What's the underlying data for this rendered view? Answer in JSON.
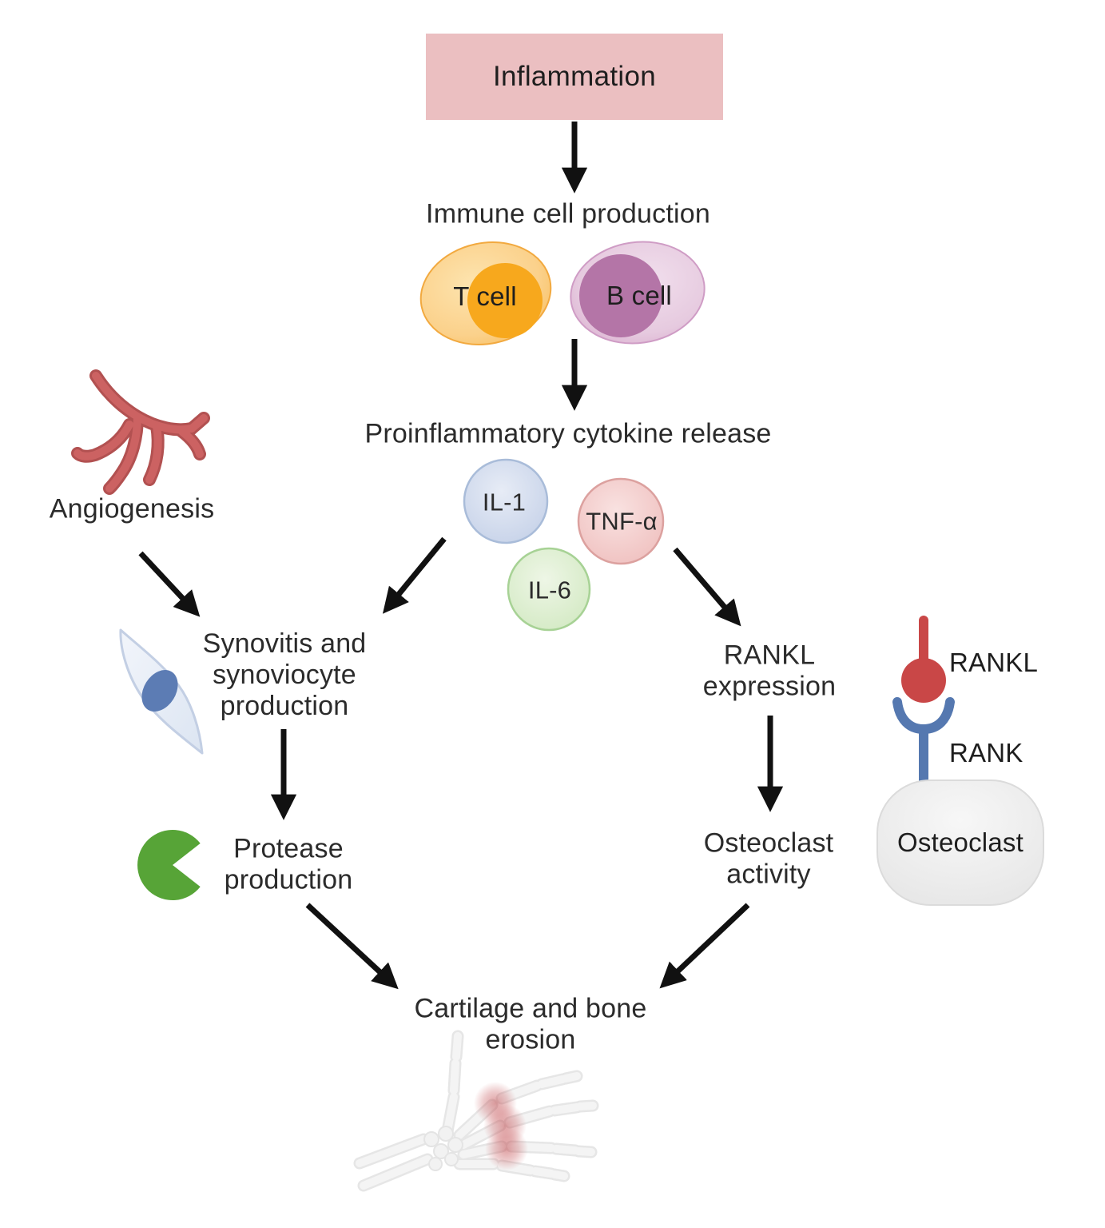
{
  "diagram_title": "Rheumatoid arthritis pathophysiology flowchart",
  "nodes": {
    "inflammation": "Inflammation",
    "immune_cell_production": "Immune cell production",
    "t_cell": "T cell",
    "b_cell": "B cell",
    "cytokine_release": "Proinflammatory cytokine release",
    "il1": "IL-1",
    "tnf_alpha": "TNF-α",
    "il6": "IL-6",
    "angiogenesis": "Angiogenesis",
    "synovitis": [
      "Synovitis and",
      "synoviocyte",
      "production"
    ],
    "protease": [
      "Protease",
      "production"
    ],
    "rankl_expression": [
      "RANKL",
      "expression"
    ],
    "osteoclast_activity": [
      "Osteoclast",
      "activity"
    ],
    "rankl_label": "RANKL",
    "rank_label": "RANK",
    "osteoclast_label": "Osteoclast",
    "cartilage_erosion": [
      "Cartilage and bone",
      "erosion"
    ]
  },
  "colors": {
    "inflammation_box": "#EBBFC1",
    "t_cell_outer": "#FBD18B",
    "t_cell_inner": "#F7A81D",
    "b_cell_outer": "#E6CADF",
    "b_cell_inner": "#B475A7",
    "il1_fill": "#C5D1E8",
    "il1_border": "#A9BCD9",
    "tnf_fill": "#EFBFBE",
    "tnf_border": "#DCA19F",
    "il6_fill": "#D2E9C2",
    "il6_border": "#A7D295",
    "vessel_red": "#CC6262",
    "synoviocyte_fill": "#E9EEF7",
    "synoviocyte_nucleus": "#5C7CB4",
    "protease_green": "#57A437",
    "rankl_red": "#C94747",
    "rank_blue": "#5578B0",
    "osteoclast_fill": "#EDEDED",
    "inflamed_joint_glow": "#C45054",
    "arrow": "#111111",
    "text": "#2B2B2B"
  }
}
